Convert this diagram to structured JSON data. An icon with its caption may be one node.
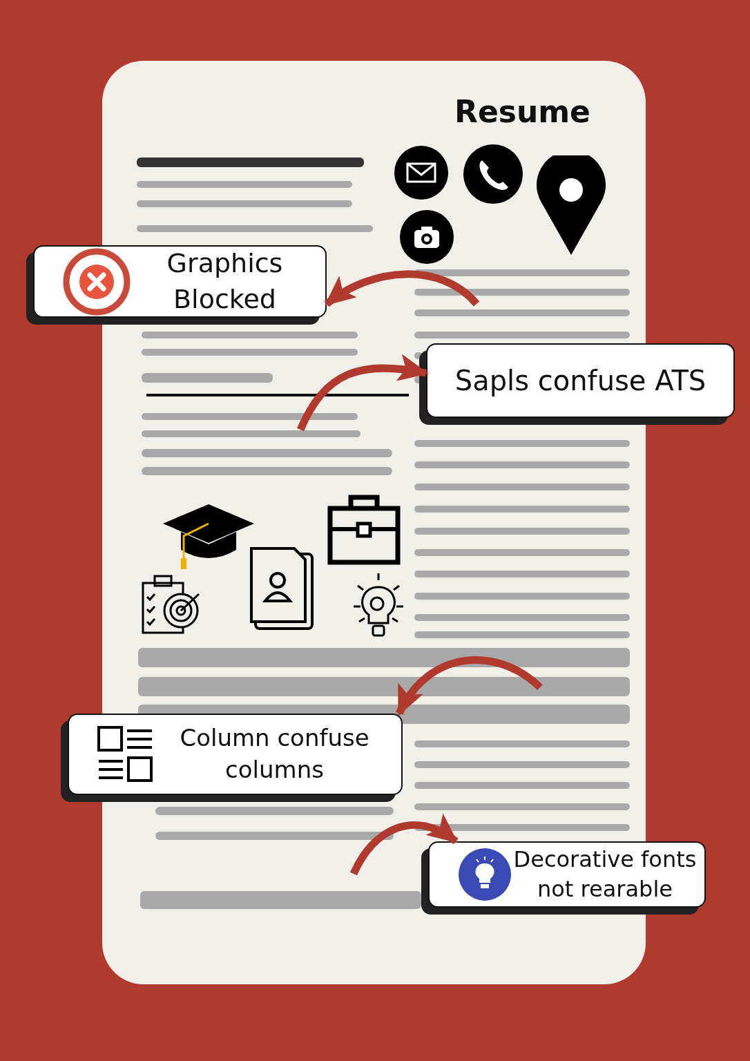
{
  "diagram": {
    "nodes": [
      {
        "text": [
          "Resume"
        ]
      },
      {
        "text": [
          "Graphics Blocked"
        ]
      },
      {
        "text": [
          "Sapls confuse ATS"
        ]
      },
      {
        "text": [
          "Column confuse columns"
        ]
      },
      {
        "text": [
          "Decorative fonts not rearable"
        ]
      }
    ],
    "edges": [
      {
        "from": 0,
        "to": 1,
        "arrow": "to"
      },
      {
        "from": 0,
        "to": 2,
        "arrow": "to"
      },
      {
        "from": 0,
        "to": 3,
        "arrow": "to"
      },
      {
        "from": 0,
        "to": 4,
        "arrow": "to"
      }
    ]
  }
}
